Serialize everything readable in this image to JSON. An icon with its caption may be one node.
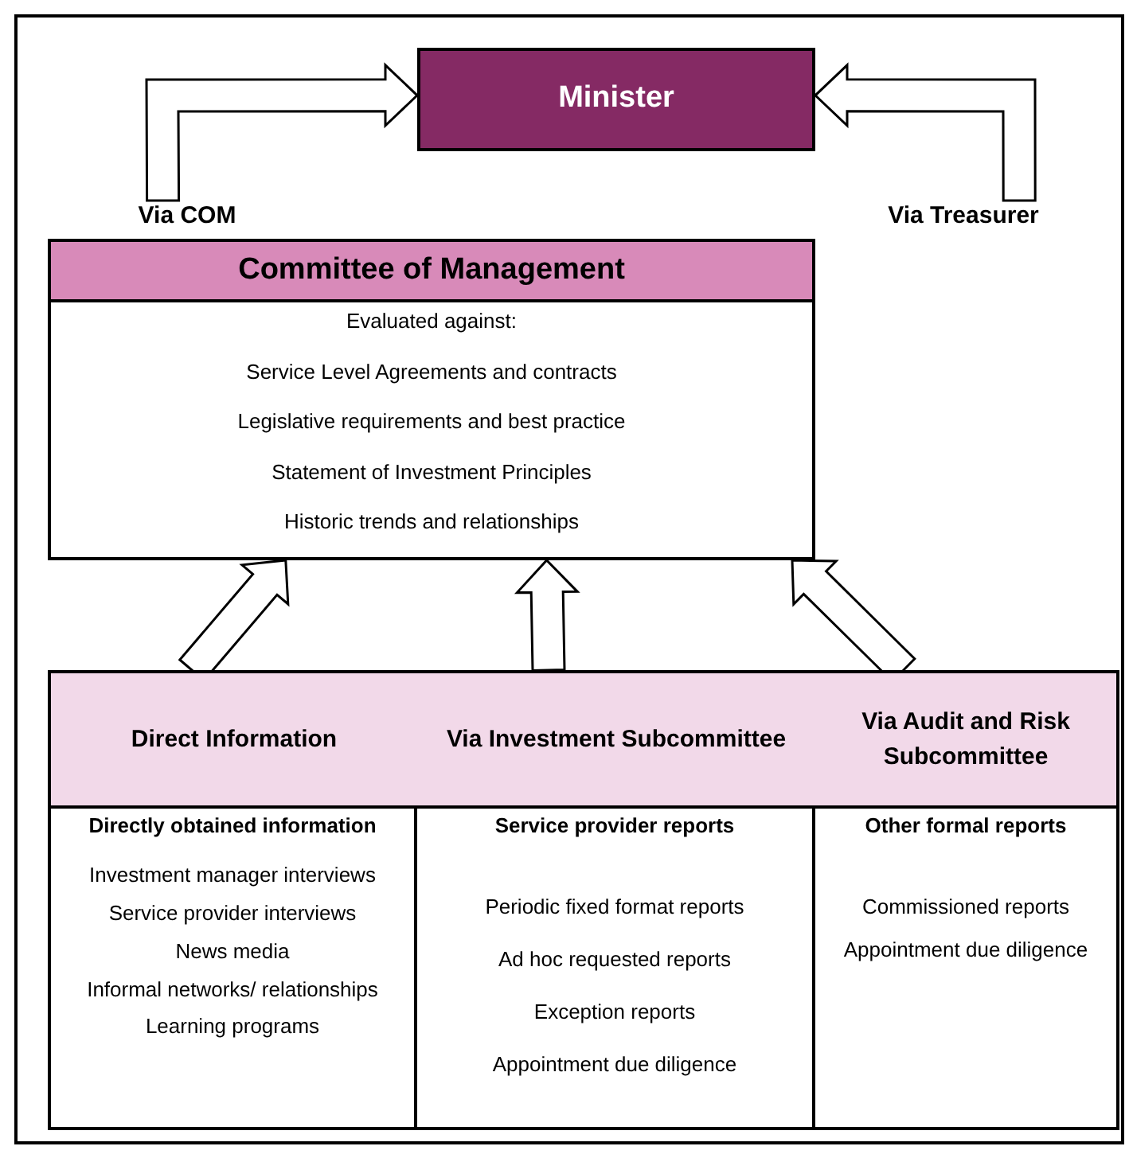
{
  "diagram": {
    "nodes": [
      {
        "text": [
          "Minister"
        ]
      },
      {
        "text": [
          "Via COM"
        ]
      },
      {
        "text": [
          "Via Treasurer"
        ]
      },
      {
        "text": [
          "Committee of Management",
          "Evaluated against:",
          "Service Level Agreements and contracts",
          "Legislative requirements and best practice",
          "Statement of Investment Principles",
          "Historic trends and relationships"
        ]
      },
      {
        "text": [
          "Direct Information",
          "Directly obtained information",
          "Investment manager interviews",
          "Service provider interviews",
          "News media",
          "Informal networks/ relationships",
          "Learning programs"
        ]
      },
      {
        "text": [
          "Via Investment Subcommittee",
          "Service provider reports",
          "Periodic fixed format reports",
          "Ad hoc requested reports",
          "Exception reports",
          "Appointment due diligence"
        ]
      },
      {
        "text": [
          "Via Audit and Risk Subcommittee",
          "Other formal reports",
          "Commissioned reports",
          "Appointment due diligence"
        ]
      }
    ],
    "edges": [
      {
        "from": 1,
        "to": 0,
        "arrow": "to"
      },
      {
        "from": 2,
        "to": 0,
        "arrow": "to"
      },
      {
        "from": 4,
        "to": 3,
        "arrow": "to"
      },
      {
        "from": 5,
        "to": 3,
        "arrow": "to"
      },
      {
        "from": 6,
        "to": 3,
        "arrow": "to"
      }
    ]
  }
}
